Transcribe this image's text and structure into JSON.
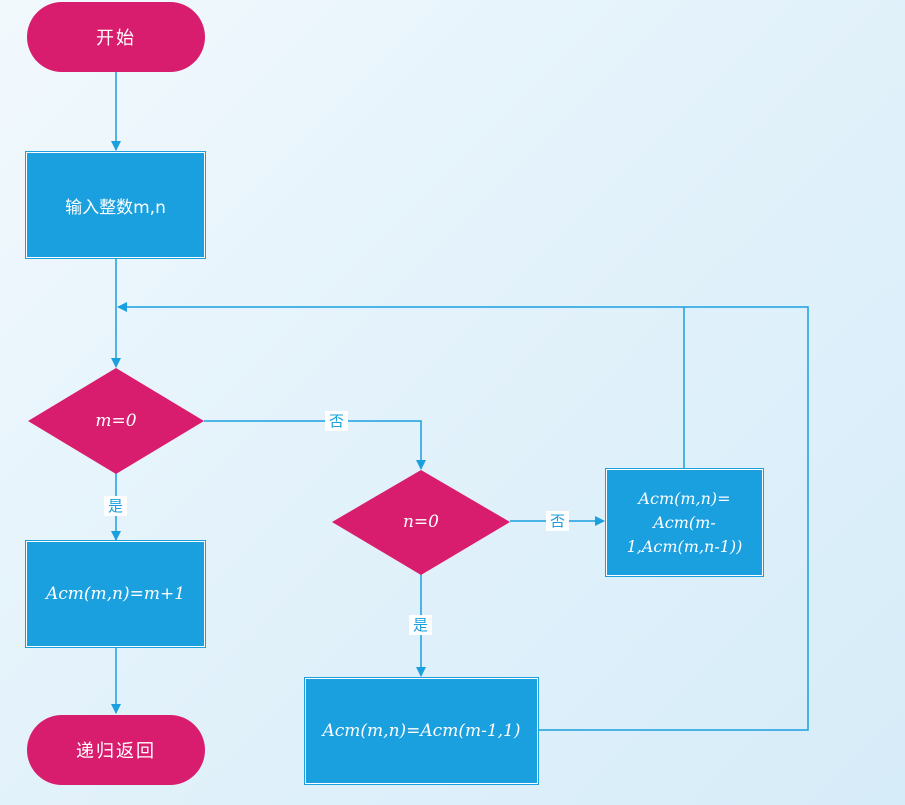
{
  "nodes": {
    "start": "开始",
    "input": "输入整数m,n",
    "decision_m": "m=0",
    "decision_n": "n=0",
    "result_m_zero": "Acm(m,n)=m+1",
    "result_n_zero": "Acm(m,n)=Acm(m-1,1)",
    "result_else_line1": "Acm(m,n)=",
    "result_else_line2": "Acm(m-",
    "result_else_line3": "1,Acm(m,n-1))",
    "end": "递归返回"
  },
  "edge_labels": {
    "m_no": "否",
    "m_yes": "是",
    "n_no": "否",
    "n_yes": "是"
  },
  "colors": {
    "terminal": "#d91d6e",
    "process": "#1a9fdf",
    "connector": "#1a9fdf"
  }
}
